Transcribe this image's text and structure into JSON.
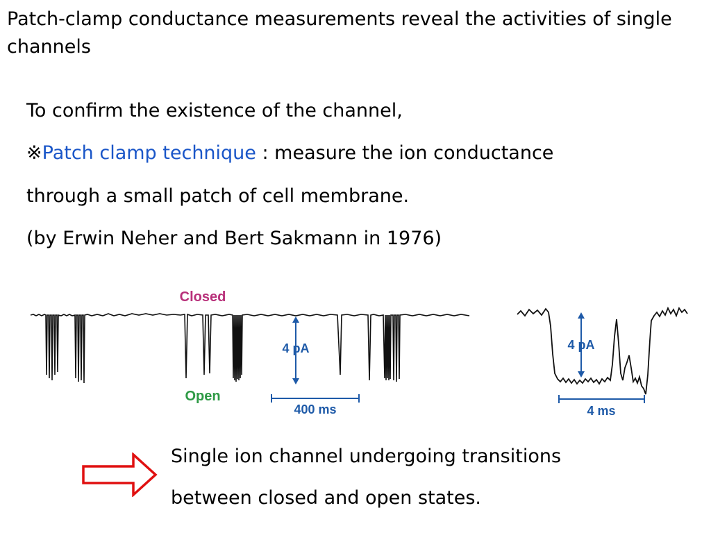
{
  "slide": {
    "title": "Patch-clamp conductance measurements reveal the activities of single channels",
    "line1": "To confirm the existence of the channel,",
    "line2_symbol": "※",
    "line2_term": "Patch clamp technique",
    "line2_rest": " : measure the ion conductance",
    "line3": "through a small patch of cell membrane.",
    "line4": "(by Erwin Neher and Bert Sakmann in 1976)",
    "conclusion_line1": "Single ion channel undergoing transitions",
    "conclusion_line2": "between closed and open states."
  },
  "figure": {
    "left_panel": {
      "closed_label": "Closed",
      "open_label": "Open",
      "current_scale": "4 pA",
      "time_scale": "400 ms"
    },
    "right_panel": {
      "current_scale": "4 pA",
      "time_scale": "4 ms"
    },
    "colors": {
      "closed": "#b8307a",
      "open": "#2e9a45",
      "scale": "#1e5aa8",
      "arrow": "#e01010"
    }
  }
}
